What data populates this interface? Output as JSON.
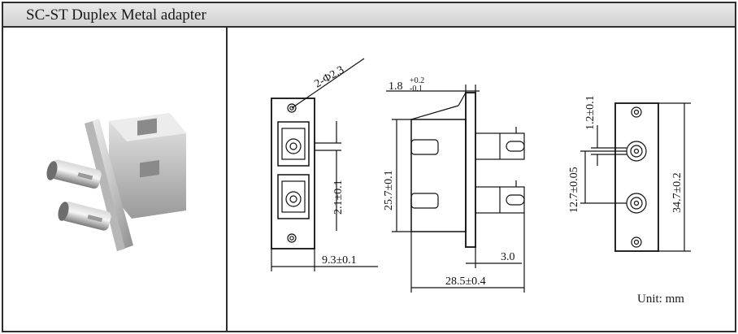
{
  "header": {
    "title": "SC-ST Duplex Metal adapter"
  },
  "photo": {
    "alt": "SC-ST Duplex Metal adapter"
  },
  "drawing": {
    "unit_note": "Unit: mm",
    "dims": {
      "hole": "2-Φ2.3",
      "plate_thickness": "1.8",
      "plate_tol_plus": "+0.2",
      "plate_tol_minus": "-0.1",
      "body_height": "25.7±0.1",
      "hole_offset": "2.1±0.1",
      "body_width": "9.3±0.1",
      "st_offset": "3.0",
      "total_length": "28.5±0.4",
      "top_offset": "1.2±0.1",
      "pitch": "12.7±0.05",
      "flange_height": "34.7±0.2"
    }
  }
}
